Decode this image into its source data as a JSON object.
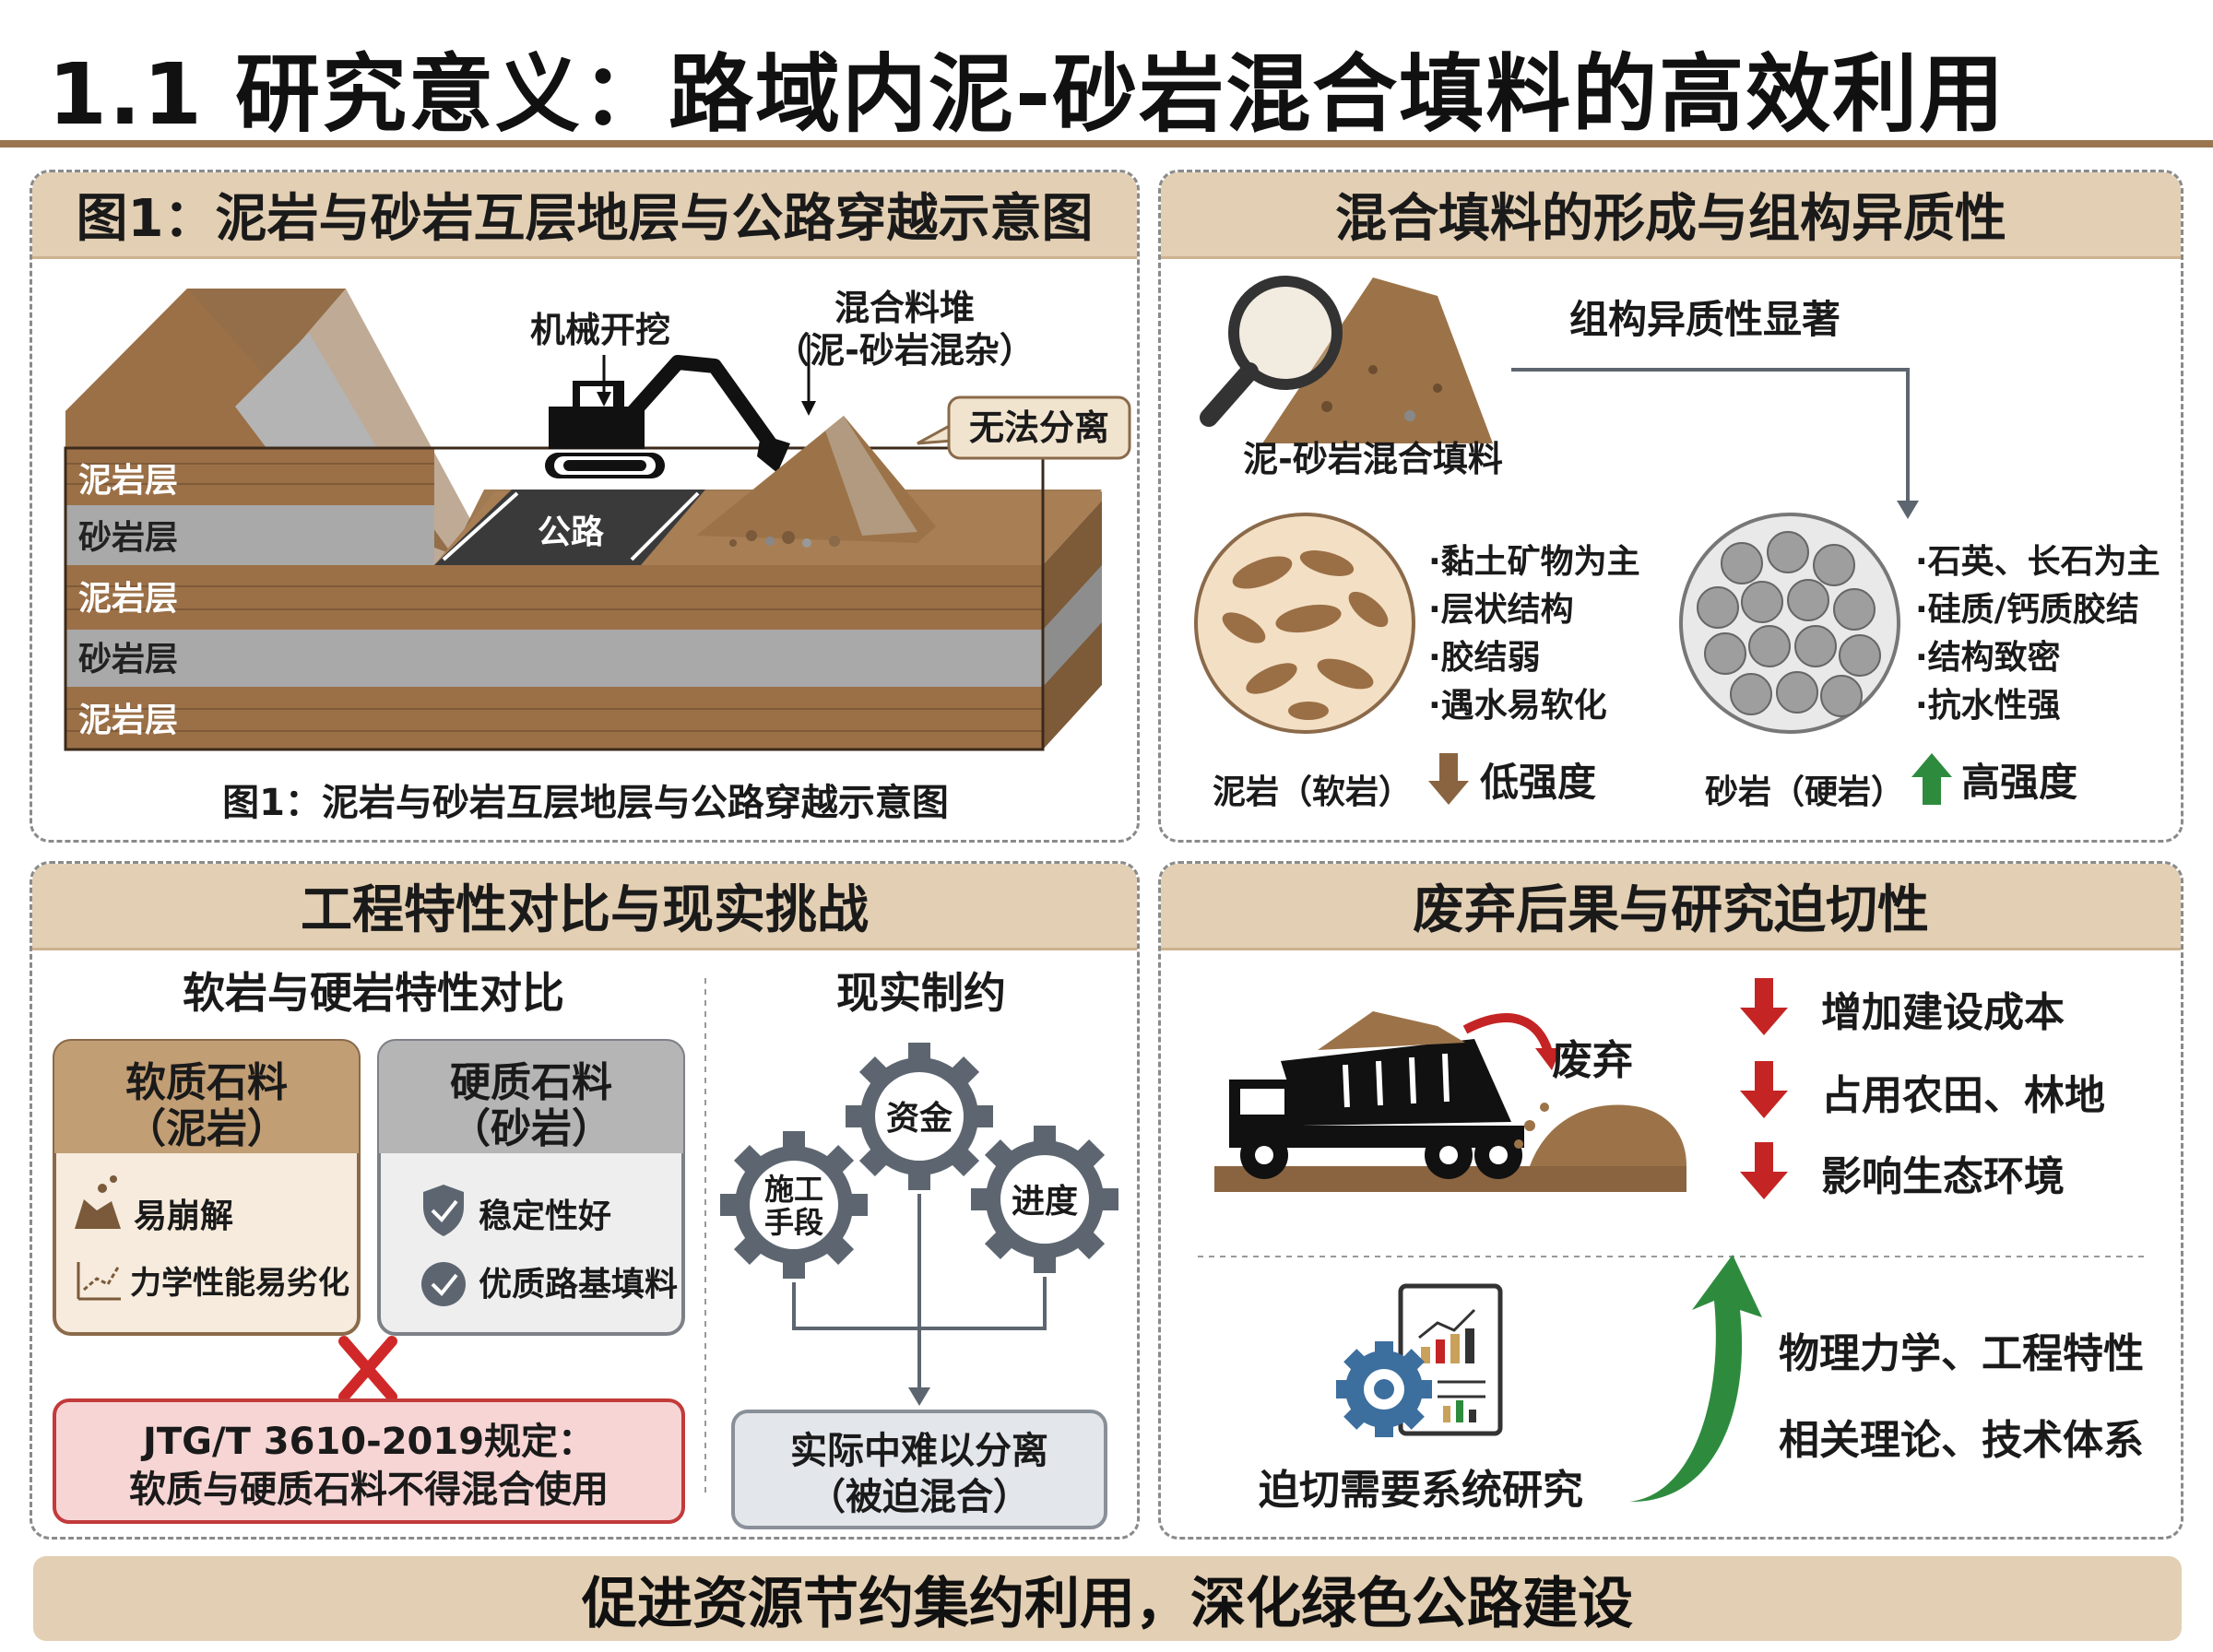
{
  "page": {
    "title": "1.1 研究意义：路域内泥-砂岩混合填料的高效利用"
  },
  "panel1": {
    "header": "图1：泥岩与砂岩互层地层与公路穿越示意图",
    "caption": "图1：泥岩与砂岩互层地层与公路穿越示意图",
    "labels": {
      "excavation": "机械开挖",
      "pile_line1": "混合料堆",
      "pile_line2": "（泥-砂岩混杂）",
      "cannot_separate": "无法分离",
      "road": "公路"
    },
    "layers": [
      "泥岩层",
      "砂岩层",
      "泥岩层",
      "砂岩层",
      "泥岩层"
    ],
    "colors": {
      "mudstone": "#9b7047",
      "sandstone": "#a9a9a9"
    }
  },
  "panel2": {
    "header": "混合填料的形成与组构异质性",
    "mix_label": "泥-砂岩混合填料",
    "hetero_label": "组构异质性显著",
    "mudstone": {
      "name": "泥岩（软岩）",
      "bullets": [
        "·黏土矿物为主",
        "·层状结构",
        "·胶结弱",
        "·遇水易软化"
      ],
      "strength": "低强度"
    },
    "sandstone": {
      "name": "砂岩（硬岩）",
      "bullets": [
        "·石英、长石为主",
        "·硅质/钙质胶结",
        "·结构致密",
        "·抗水性强"
      ],
      "strength": "高强度"
    }
  },
  "panel3": {
    "header": "工程特性对比与现实挑战",
    "compare_title": "软岩与硬岩特性对比",
    "constraints_title": "现实制约",
    "soft_card": {
      "title_line1": "软质石料",
      "title_line2": "（泥岩）",
      "items": [
        "易崩解",
        "力学性能易劣化"
      ]
    },
    "hard_card": {
      "title_line1": "硬质石料",
      "title_line2": "（砂岩）",
      "items": [
        "稳定性好",
        "优质路基填料"
      ]
    },
    "regulation_line1": "JTG/T 3610-2019规定：",
    "regulation_line2": "软质与硬质石料不得混合使用",
    "gears": {
      "funds": "资金",
      "method_line1": "施工",
      "method_line2": "手段",
      "schedule": "进度"
    },
    "result_line1": "实际中难以分离",
    "result_line2": "（被迫混合）"
  },
  "panel4": {
    "header": "废弃后果与研究迫切性",
    "discard_label": "废弃",
    "consequences": [
      "增加建设成本",
      "占用农田、林地",
      "影响生态环境"
    ],
    "research_label": "迫切需要系统研究",
    "research_topics": [
      "物理力学、工程特性",
      "相关理论、技术体系"
    ]
  },
  "footer": {
    "text": "促进资源节约集约利用，深化绿色公路建设"
  }
}
